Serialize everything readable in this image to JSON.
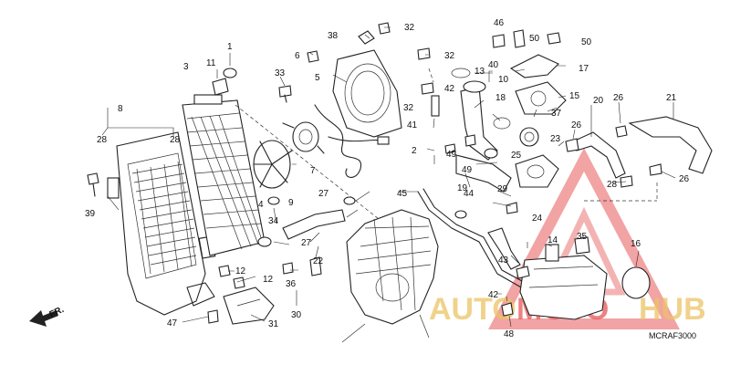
{
  "part_labels": [
    "1",
    "2",
    "3",
    "4",
    "5",
    "6",
    "7",
    "8",
    "9",
    "10",
    "11",
    "12",
    "12",
    "13",
    "14",
    "15",
    "16",
    "17",
    "18",
    "19",
    "20",
    "21",
    "22",
    "23",
    "24",
    "25",
    "26",
    "26",
    "26",
    "27",
    "27",
    "28",
    "28",
    "28",
    "29",
    "30",
    "31",
    "32",
    "32",
    "32",
    "33",
    "34",
    "35",
    "36",
    "37",
    "38",
    "39",
    "40",
    "41",
    "42",
    "42",
    "43",
    "44",
    "45",
    "46",
    "47",
    "48",
    "49",
    "49",
    "50",
    "50"
  ],
  "diagram_code": "MCRAF3000",
  "front_marker": "FR.",
  "watermark": {
    "part1": "AUTO",
    "part2": "MOTO",
    "part3": "HUB",
    "color_red": "#e23a3a",
    "color_gold": "#e8b84a"
  }
}
